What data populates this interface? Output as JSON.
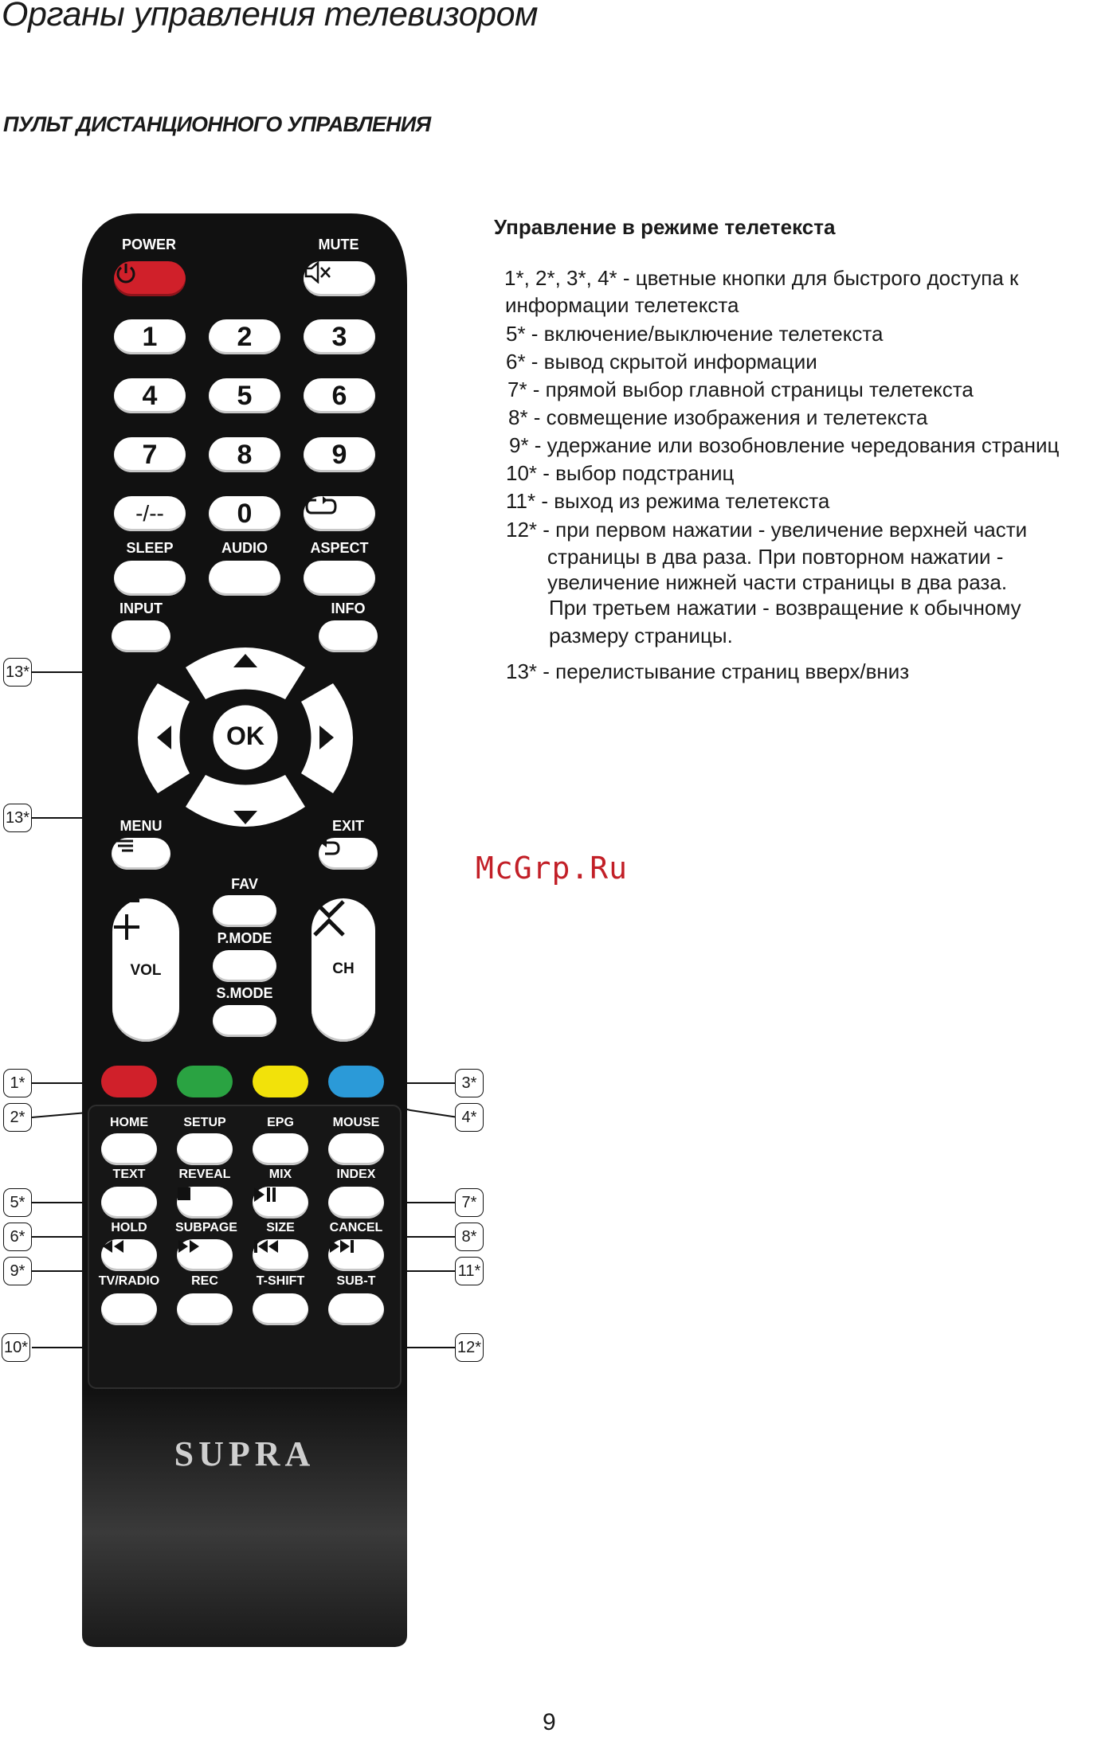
{
  "header": {
    "title": "Органы управления телевизором",
    "subtitle": "ПУЛЬТ ДИСТАНЦИОННОГО УПРАВЛЕНИЯ"
  },
  "teletext": {
    "title": "Управление в режиме телетекста",
    "lines": [
      "1*, 2*, 3*, 4* - цветные кнопки для быстрого доступа к",
      "информации телетекста",
      "5* - включение/выключение телетекста",
      "6* - вывод скрытой информации",
      "7* - прямой выбор главной страницы телетекста",
      "8* - совмещение изображения и телетекста",
      "9* - удержание или возобновление чередования страниц",
      "10* - выбор подстраниц",
      "11* - выход из режима телетекста",
      "12* - при первом нажатии - увеличение верхней части",
      "страницы в два раза. При повторном нажатии -",
      "увеличение нижней части страницы в два раза.",
      "При третьем нажатии - возвращение к обычному",
      "размеру страницы.",
      "13* - перелистывание страниц вверх/вниз"
    ]
  },
  "remote": {
    "labels": {
      "power": "POWER",
      "mute": "MUTE",
      "sleep": "SLEEP",
      "audio": "AUDIO",
      "aspect": "ASPECT",
      "input": "INPUT",
      "info": "INFO",
      "menu": "MENU",
      "exit": "EXIT",
      "fav": "FAV",
      "pmode": "P.MODE",
      "smode": "S.MODE",
      "vol": "VOL",
      "ch": "CH",
      "ok": "OK",
      "home": "HOME",
      "setup": "SETUP",
      "epg": "EPG",
      "mouse": "MOUSE",
      "text": "TEXT",
      "reveal": "REVEAL",
      "mix": "MIX",
      "index": "INDEX",
      "hold": "HOLD",
      "subpage": "SUBPAGE",
      "size": "SIZE",
      "cancel": "CANCEL",
      "tvradio": "TV/RADIO",
      "rec": "REC",
      "tshift": "T-SHIFT",
      "subt": "SUB-T"
    },
    "digits": [
      "1",
      "2",
      "3",
      "4",
      "5",
      "6",
      "7",
      "8",
      "9",
      "-/--",
      "0"
    ],
    "brand": "SUPRA",
    "colors": {
      "body": "#111111",
      "power": "#d0202a",
      "red": "#d0202a",
      "green": "#2aa342",
      "yellow": "#f2e20a",
      "blue": "#2b9ad8"
    }
  },
  "callouts": [
    "1*",
    "2*",
    "3*",
    "4*",
    "5*",
    "6*",
    "7*",
    "8*",
    "9*",
    "10*",
    "11*",
    "12*",
    "13*",
    "13*"
  ],
  "watermark": "McGrp.Ru",
  "page_number": "9"
}
